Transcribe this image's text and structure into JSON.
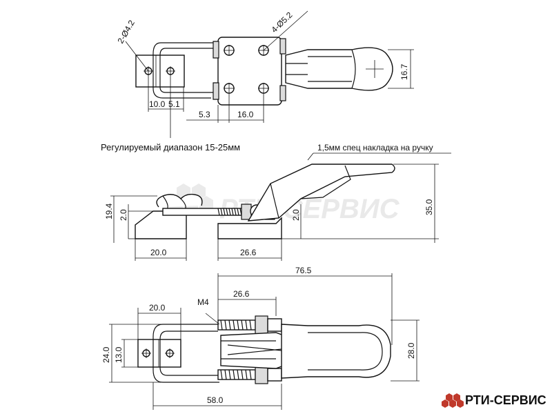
{
  "top_view": {
    "label_hole_small": "2-Ø4.2",
    "label_hole_large": "4-Ø5.2",
    "dim_a": "10.0",
    "dim_b": "5.1",
    "dim_c": "5.3",
    "dim_d": "16.0",
    "dim_height": "16.7"
  },
  "side_view": {
    "note_range": "Регулируемый диапазон 15-25мм",
    "note_cover": "1,5мм спец накладка на ручку",
    "dim_19_4": "19.4",
    "dim_2_0_left": "2.0",
    "dim_2_0_right": "2.0",
    "dim_35_0": "35.0",
    "dim_20_0": "20.0",
    "dim_26_6": "26.6"
  },
  "bottom_view": {
    "dim_76_5": "76.5",
    "dim_26_6": "26.6",
    "dim_20_0": "20.0",
    "label_thread": "M4",
    "dim_24_0": "24.0",
    "dim_13_0": "13.0",
    "dim_28_0": "28.0",
    "dim_58_0": "58.0"
  },
  "watermark": {
    "text": "РТИ-СЕРВИС"
  },
  "logo": {
    "text": "РТИ-СЕРВИС"
  },
  "colors": {
    "line": "#111111",
    "watermark": "#e9e9e9",
    "logo_icon": "#c0392b"
  }
}
